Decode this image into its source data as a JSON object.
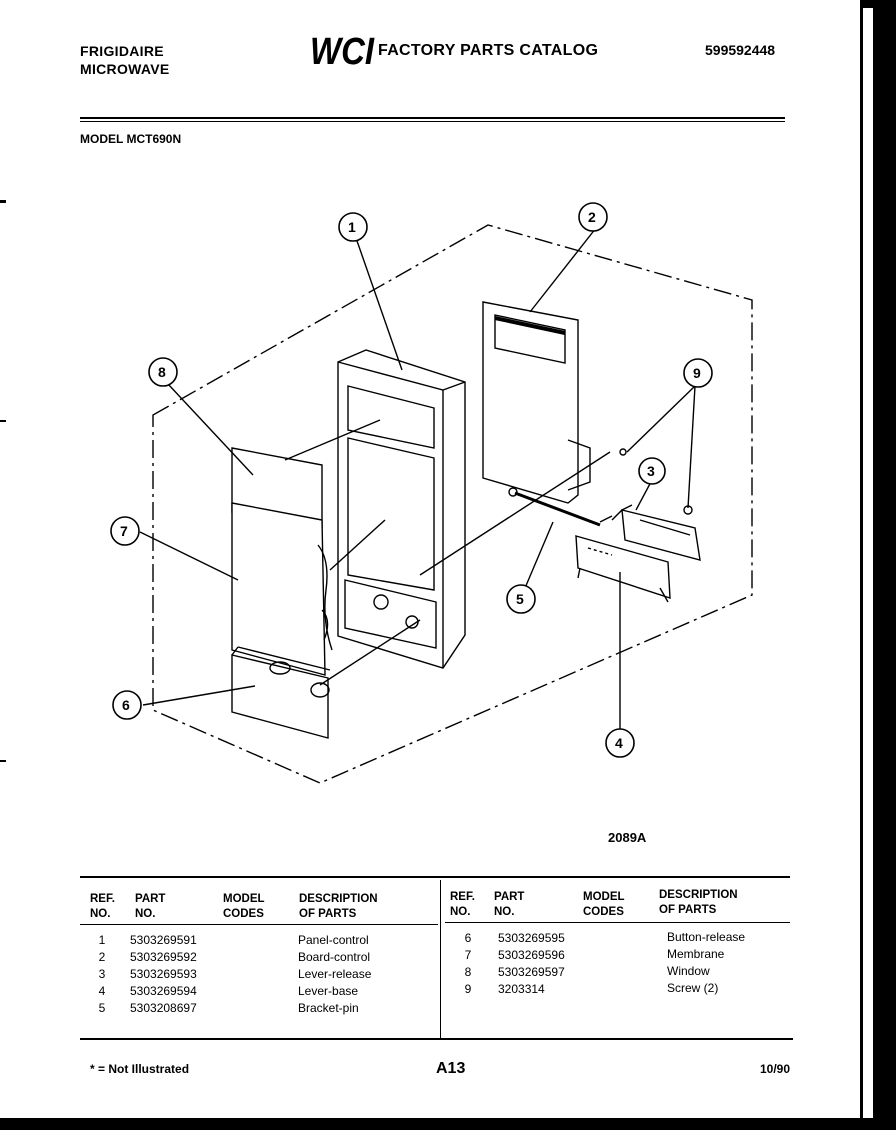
{
  "header": {
    "brand_line1": "FRIGIDAIRE",
    "brand_line2": "MICROWAVE",
    "logo_text": "WCI",
    "catalog_title": "FACTORY PARTS CATALOG",
    "catalog_number": "599592448",
    "model": "MODEL MCT690N"
  },
  "diagram": {
    "figure_code": "2089A",
    "callouts": [
      "1",
      "2",
      "3",
      "4",
      "5",
      "6",
      "7",
      "8",
      "9"
    ]
  },
  "table": {
    "headers": {
      "ref_1": "REF.",
      "ref_2": "NO.",
      "part_1": "PART",
      "part_2": "NO.",
      "model_1": "MODEL",
      "model_2": "CODES",
      "desc_1": "DESCRIPTION",
      "desc_2": "OF PARTS"
    },
    "left_rows": [
      {
        "ref": "1",
        "part": "5303269591",
        "desc": "Panel-control"
      },
      {
        "ref": "2",
        "part": "5303269592",
        "desc": "Board-control"
      },
      {
        "ref": "3",
        "part": "5303269593",
        "desc": "Lever-release"
      },
      {
        "ref": "4",
        "part": "5303269594",
        "desc": "Lever-base"
      },
      {
        "ref": "5",
        "part": "5303208697",
        "desc": "Bracket-pin"
      }
    ],
    "right_rows": [
      {
        "ref": "6",
        "part": "5303269595",
        "desc": "Button-release"
      },
      {
        "ref": "7",
        "part": "5303269596",
        "desc": "Membrane"
      },
      {
        "ref": "8",
        "part": "5303269597",
        "desc": "Window"
      },
      {
        "ref": "9",
        "part": "3203314",
        "desc": "Screw (2)"
      }
    ]
  },
  "footer": {
    "note": "* = Not Illustrated",
    "page": "A13",
    "date": "10/90"
  }
}
